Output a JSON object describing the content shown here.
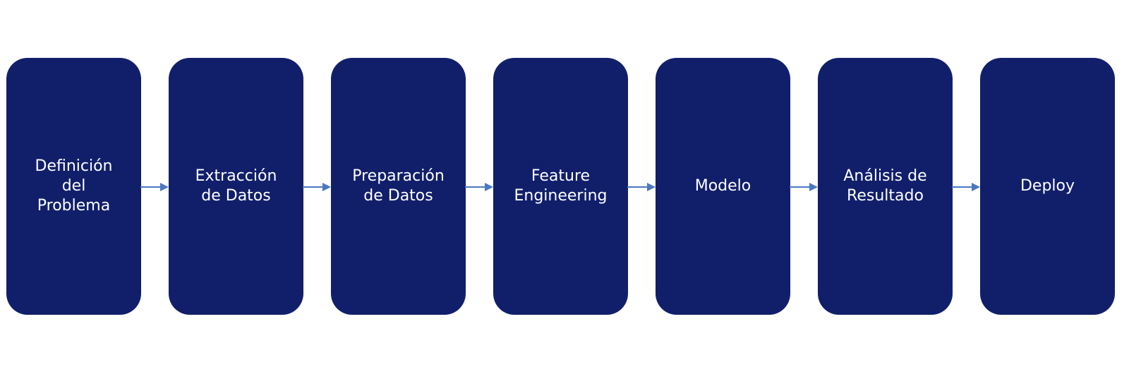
{
  "colors": {
    "box": "#111f6b",
    "text": "#ffffff",
    "arrow": "#4a78c2"
  },
  "steps": [
    {
      "label": "Definición\ndel\nProblema"
    },
    {
      "label": "Extracción\nde Datos"
    },
    {
      "label": "Preparación\nde Datos"
    },
    {
      "label": "Feature\nEngineering"
    },
    {
      "label": "Modelo"
    },
    {
      "label": "Análisis de\nResultado"
    },
    {
      "label": "Deploy"
    }
  ]
}
